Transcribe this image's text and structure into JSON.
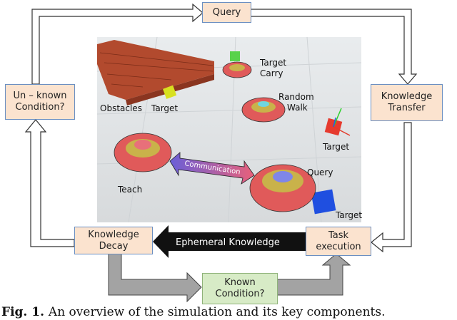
{
  "boxes": {
    "query": "Query",
    "unknown": "Un – known Condition?",
    "transfer": "Knowledge Transfer",
    "decay": "Knowledge Decay",
    "task": "Task execution",
    "known": "Known Condition?"
  },
  "arrow_label": "Ephemeral Knowledge",
  "scene": {
    "target_carry": "Target Carry",
    "obstacles": "Obstacles",
    "target_1": "Target",
    "random_walk": "Random Walk",
    "target_2": "Target",
    "communication": "Communication",
    "query": "Query",
    "teach": "Teach",
    "target_3": "Target"
  },
  "caption": {
    "label": "Fig. 1.",
    "text": "An overview of the simulation and its key components."
  },
  "colors": {
    "box_fill": "#fbe3cf",
    "box_border": "#6b8fc2",
    "green_fill": "#d7ebc6",
    "robot": "#e05a5a",
    "arrow_dark": "#111111",
    "arrow_grey": "#9e9e9e"
  }
}
